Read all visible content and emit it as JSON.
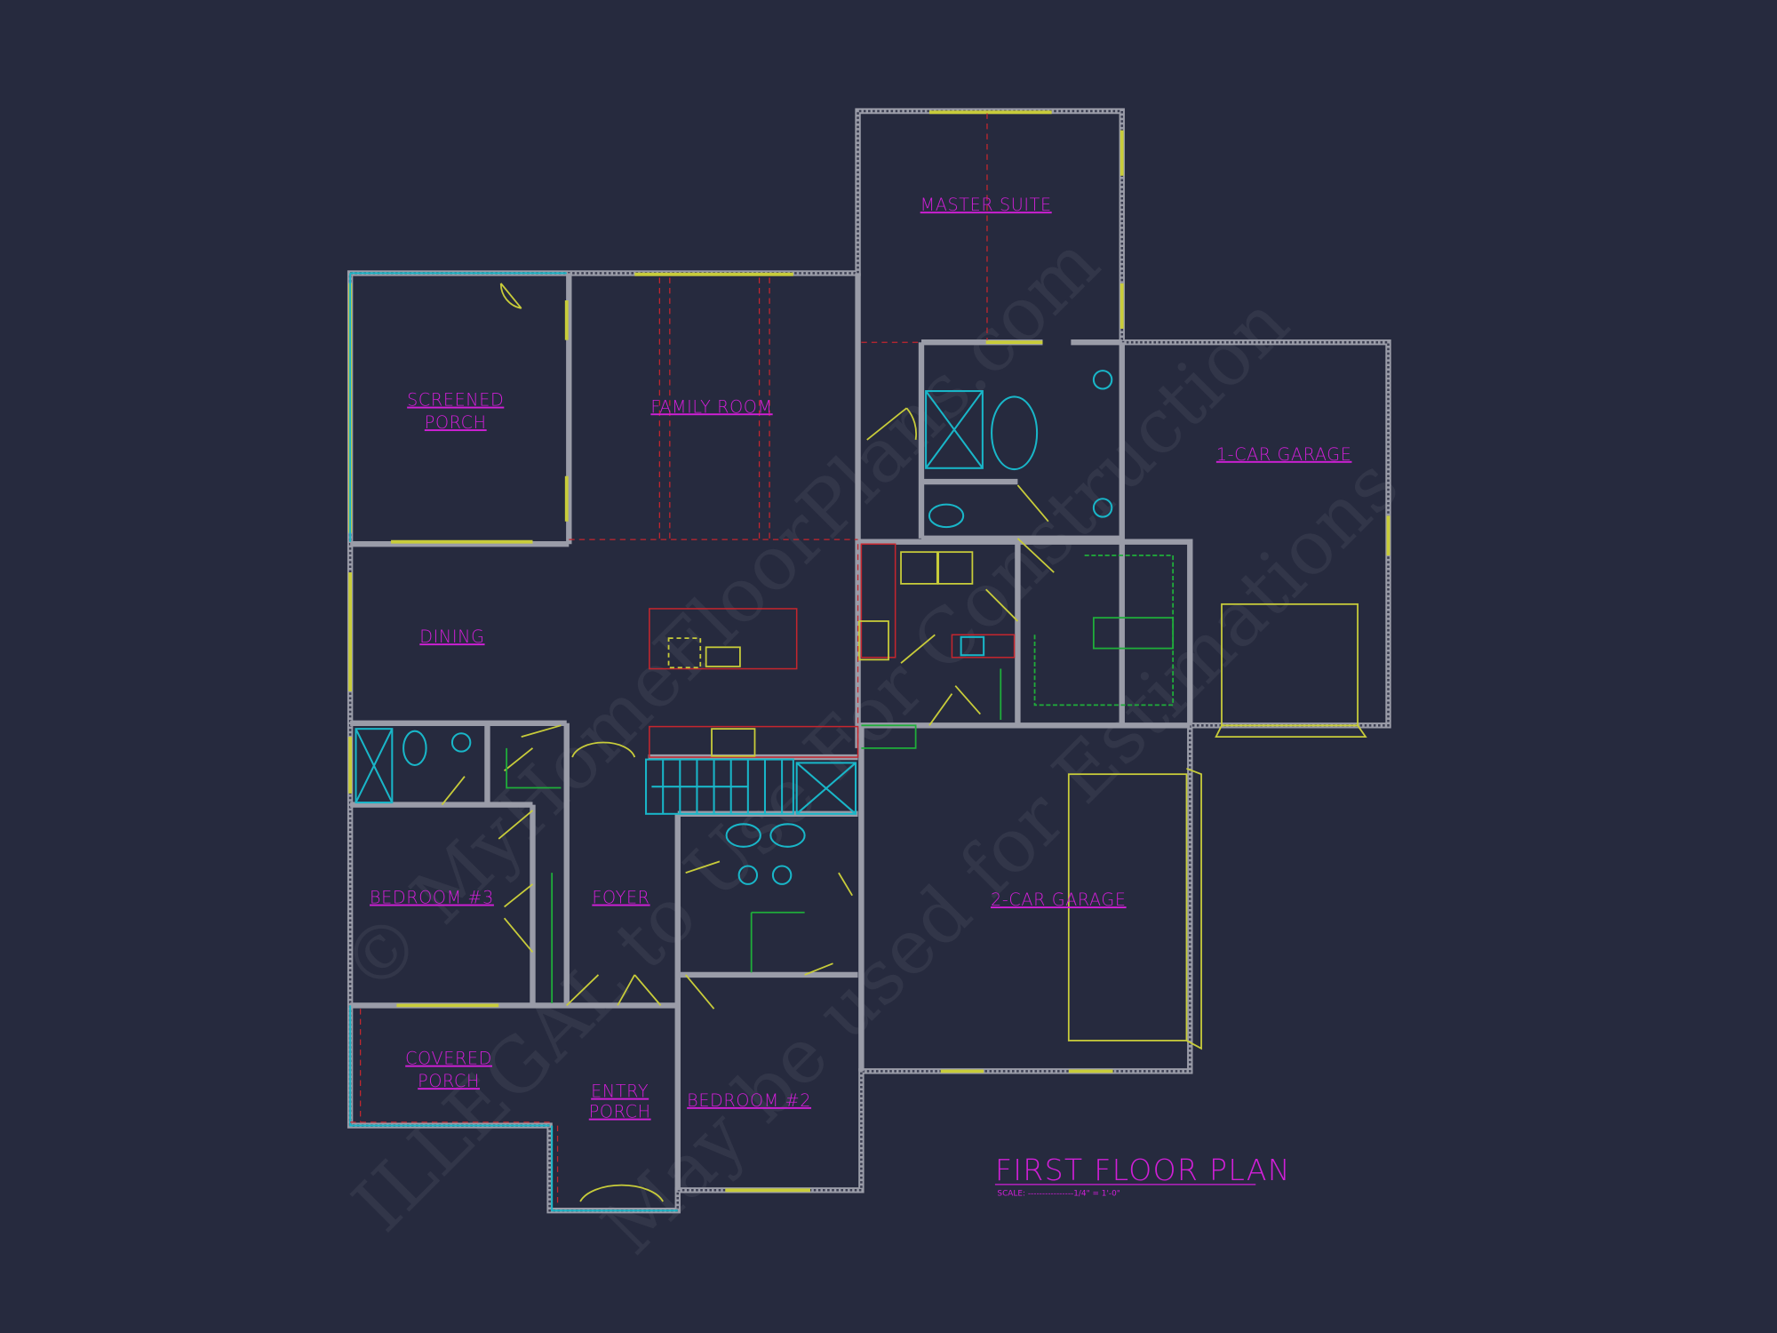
{
  "plan": {
    "title": "FIRST FLOOR PLAN",
    "scale": "SCALE: ----------------1/4\" = 1'-0\"",
    "rooms": {
      "master_suite": "MASTER SUITE",
      "screened_porch_1": "SCREENED",
      "screened_porch_2": "PORCH",
      "family_room": "FAMILY ROOM",
      "one_car_garage": "1-CAR GARAGE",
      "dining": "DINING",
      "bedroom_3": "BEDROOM #3",
      "foyer": "FOYER",
      "two_car_garage": "2-CAR GARAGE",
      "covered_porch_1": "COVERED",
      "covered_porch_2": "PORCH",
      "entry_porch_1": "ENTRY",
      "entry_porch_2": "PORCH",
      "bedroom_2": "BEDROOM #2"
    }
  },
  "watermark": {
    "line1": "© MyHomeFloorPlans.com",
    "line2": "ILLEGAL to Use For Construction",
    "line3": "May be used for Estimations"
  },
  "colors": {
    "background": "#262a3e",
    "walls": "#9a9ca8",
    "labels": "#d21fd8",
    "windows_doors": "#c8cc3a",
    "fixtures": "#19b6c8",
    "cabinets": "#c4262e",
    "closets": "#1fae3a"
  }
}
